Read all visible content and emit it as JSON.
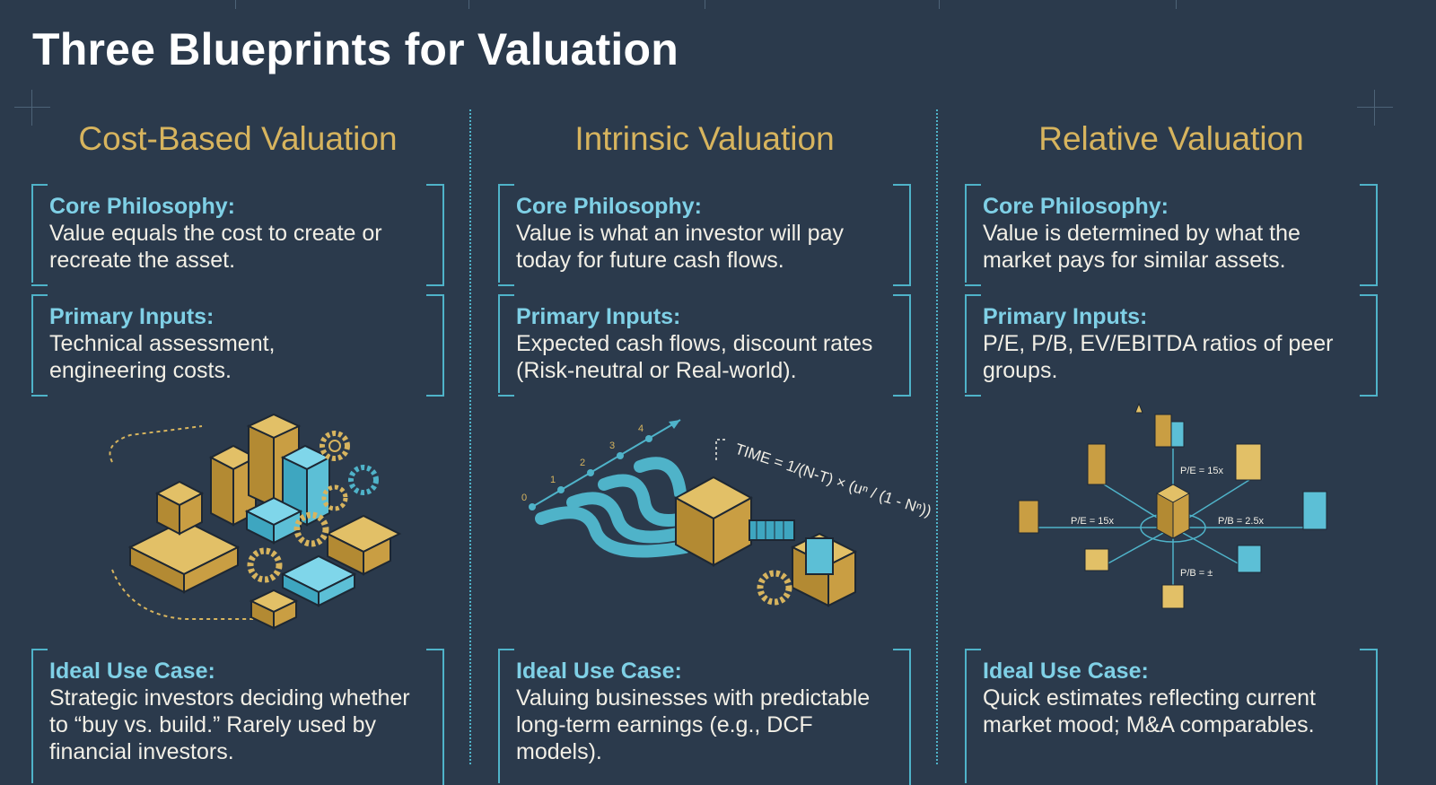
{
  "title": "Three Blueprints for Valuation",
  "columns": [
    {
      "heading": "Cost-Based Valuation",
      "philosophy_label": "Core Philosophy:",
      "philosophy": "Value equals the cost to create or recreate the asset.",
      "inputs_label": "Primary Inputs:",
      "inputs": "Technical assessment, engineering costs.",
      "usecase_label": "Ideal Use Case:",
      "usecase": "Strategic investors deciding whether to “buy vs. build.” Rarely used by financial investors."
    },
    {
      "heading": "Intrinsic Valuation",
      "philosophy_label": "Core Philosophy:",
      "philosophy": "Value is what an investor will pay today for future cash flows.",
      "inputs_label": "Primary Inputs:",
      "inputs": "Expected cash flows, discount rates (Risk-neutral or Real-world).",
      "usecase_label": "Ideal Use Case:",
      "usecase": "Valuing businesses with predictable long-term earnings (e.g., DCF models).",
      "illustration": {
        "timeline_ticks": [
          "0",
          "1",
          "2",
          "3",
          "4"
        ],
        "formula_text": "TIME = 1/(N-T) × (uⁿ / (1 - Nⁿ))"
      }
    },
    {
      "heading": "Relative Valuation",
      "philosophy_label": "Core Philosophy:",
      "philosophy": "Value is determined by what the market pays for similar assets.",
      "inputs_label": "Primary Inputs:",
      "inputs": "P/E, P/B, EV/EBITDA ratios of peer groups.",
      "usecase_label": "Ideal Use Case:",
      "usecase": "Quick estimates reflecting current market mood; M&A comparables.",
      "illustration": {
        "ratio_labels": [
          "P/E = 15x",
          "P/E = 15x",
          "P/B = 2.5x",
          "P/B = ±"
        ]
      }
    }
  ],
  "colors": {
    "background": "#2b3a4c",
    "accent_gold": "#d7b45e",
    "accent_cyan": "#4fb3c9",
    "label_cyan": "#7fd0e6"
  }
}
